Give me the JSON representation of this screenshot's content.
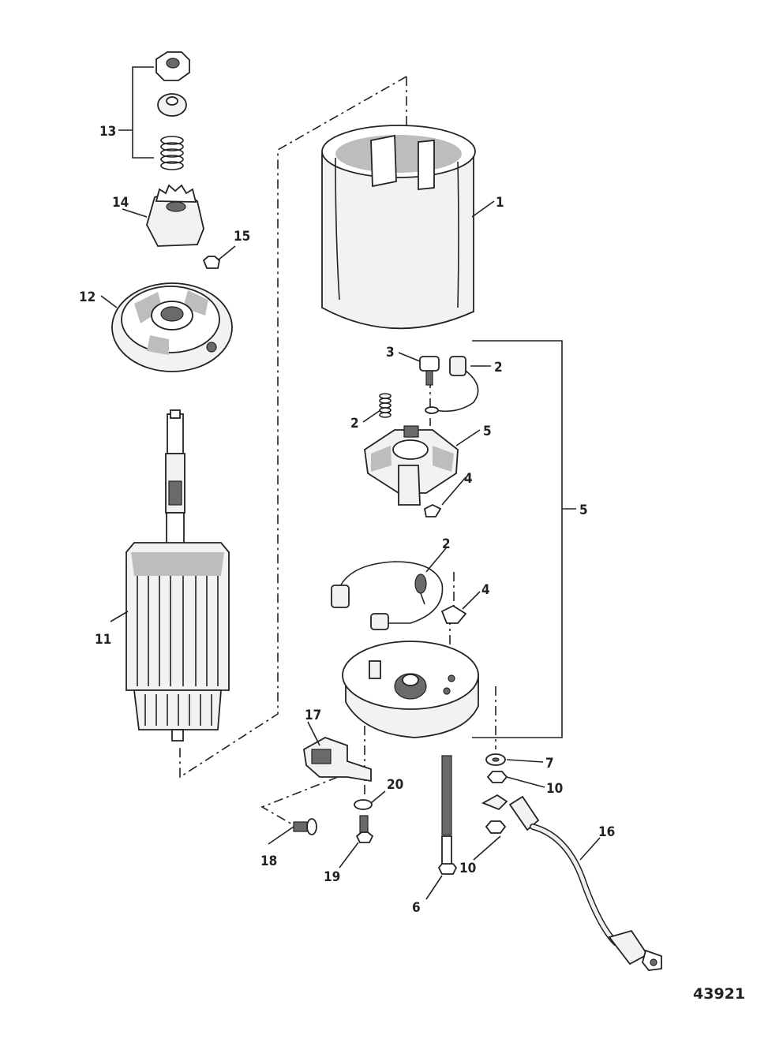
{
  "figure_number": "43921",
  "callouts": [
    {
      "id": "1",
      "text": "1"
    },
    {
      "id": "2a",
      "text": "2"
    },
    {
      "id": "2b",
      "text": "2"
    },
    {
      "id": "2c",
      "text": "2"
    },
    {
      "id": "3",
      "text": "3"
    },
    {
      "id": "4a",
      "text": "4"
    },
    {
      "id": "4b",
      "text": "4"
    },
    {
      "id": "5a",
      "text": "5"
    },
    {
      "id": "5b",
      "text": "5"
    },
    {
      "id": "6",
      "text": "6"
    },
    {
      "id": "7",
      "text": "7"
    },
    {
      "id": "10a",
      "text": "10"
    },
    {
      "id": "10b",
      "text": "10"
    },
    {
      "id": "11",
      "text": "11"
    },
    {
      "id": "12",
      "text": "12"
    },
    {
      "id": "13",
      "text": "13"
    },
    {
      "id": "14",
      "text": "14"
    },
    {
      "id": "15",
      "text": "15"
    },
    {
      "id": "16",
      "text": "16"
    },
    {
      "id": "17",
      "text": "17"
    },
    {
      "id": "18",
      "text": "18"
    },
    {
      "id": "19",
      "text": "19"
    },
    {
      "id": "20",
      "text": "20"
    }
  ],
  "parts": [
    {
      "id": "frame",
      "icon": "motor-frame-cylinder-icon"
    },
    {
      "id": "brush-holder",
      "icon": "brush-holder-icon"
    },
    {
      "id": "end-cap",
      "icon": "commutator-end-cap-icon"
    },
    {
      "id": "armature",
      "icon": "armature-icon"
    },
    {
      "id": "drive-end-cap",
      "icon": "drive-end-cap-icon"
    },
    {
      "id": "drive-gear",
      "icon": "drive-gear-icon"
    },
    {
      "id": "cable",
      "icon": "battery-cable-icon"
    }
  ]
}
